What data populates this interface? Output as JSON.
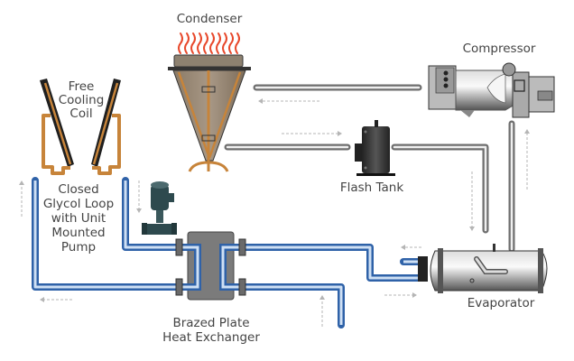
{
  "labels": {
    "condenser": "Condenser",
    "compressor": "Compressor",
    "free_cooling_coil": [
      "Free",
      "Cooling",
      "Coil"
    ],
    "closed_glycol_loop": [
      "Closed",
      "Glycol Loop",
      "with Unit",
      "Mounted",
      "Pump"
    ],
    "flash_tank": "Flash Tank",
    "brazed_plate": [
      "Brazed Plate",
      "Heat Exchanger"
    ],
    "evaporator": "Evaporator"
  },
  "colors": {
    "glycol_pipe": "#2f62a8",
    "refrigerant_pipe": "#8a8a8a",
    "heat_flame": "#e8482b",
    "copper": "#c7843a",
    "flow_arrow": "#b5b5b5"
  }
}
